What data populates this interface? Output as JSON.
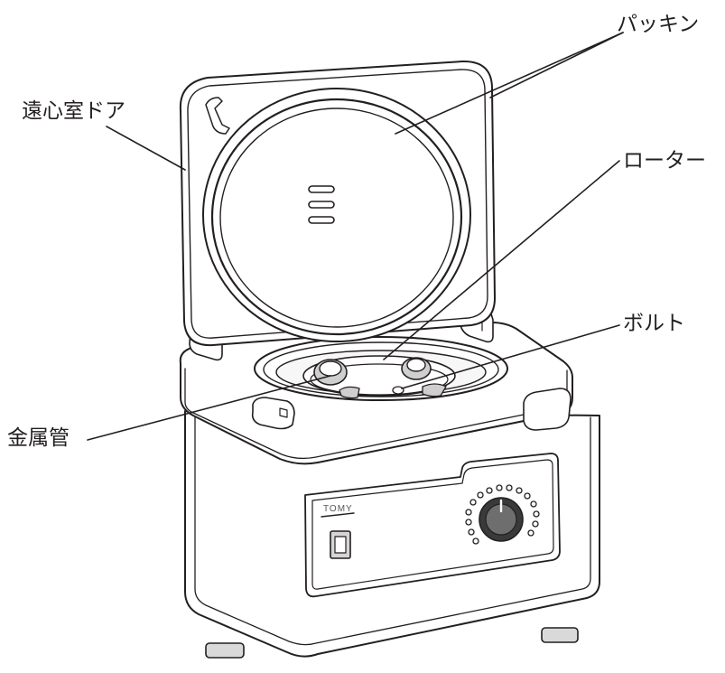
{
  "labels": {
    "door": "遠心室ドア",
    "gasket": "パッキン",
    "rotor": "ローター",
    "bolt": "ボルト",
    "metal_tube": "金属管"
  },
  "brand": "TOMY"
}
